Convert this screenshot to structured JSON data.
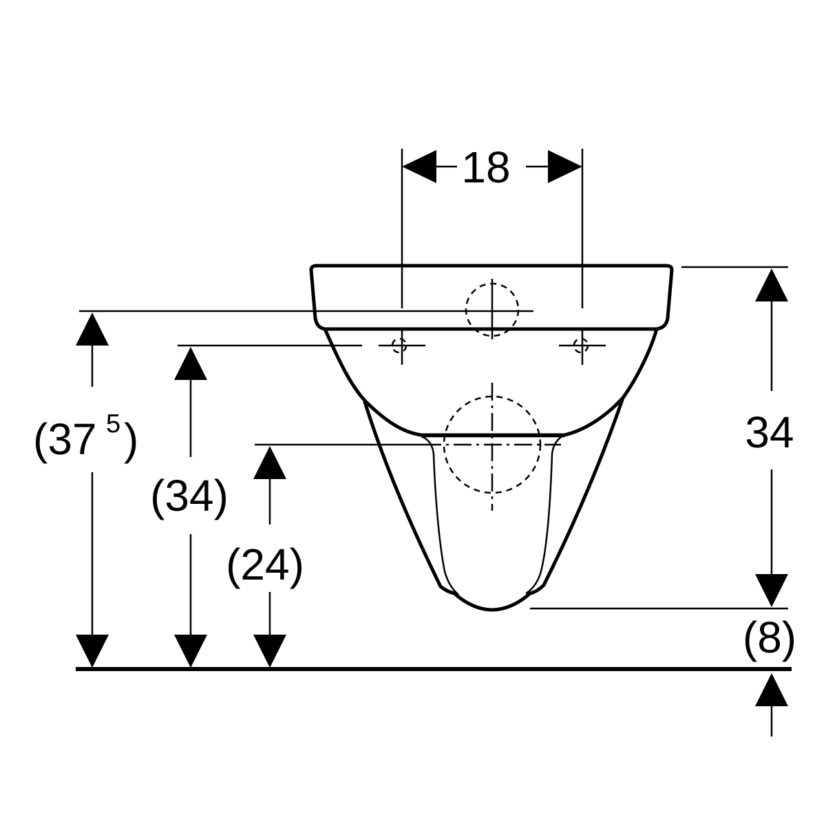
{
  "dimensions": {
    "width_label": "18",
    "height_label": "34",
    "height_total_label": "(37",
    "height_total_superscript": "5",
    "height_total_close": ")",
    "fixing_height_label": "(34)",
    "outlet_height_label": "(24)",
    "clearance_label": "(8)"
  }
}
